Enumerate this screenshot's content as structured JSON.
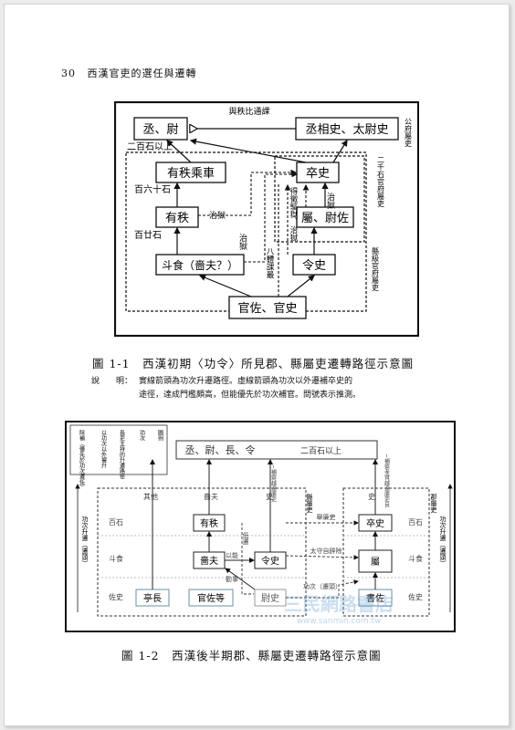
{
  "header": {
    "page_number": "30",
    "book_title": "西漢官吏的選任與遷轉"
  },
  "figure1": {
    "caption": "圖 1-1　西漢初期〈功令〉所見郡、縣屬吏遷轉路徑示意圖",
    "nodes": {
      "chengwei": "丞、尉",
      "chengxiang": "丞相史、太尉史",
      "youzhi_chengche": "有秩乘車",
      "zushi": "卒史",
      "youzhi": "有秩",
      "shuweizuo": "屬、尉佐",
      "doushi": "斗食（嗇夫？）",
      "lingshi": "令史",
      "guanzuo": "官佐、官史"
    },
    "labels": {
      "yubi": "與秩比通課",
      "gongfu": "公府屬吏",
      "ergian": "二百石以上",
      "bai60": "百六十石",
      "erqianshi": "二千石官府屬吏",
      "bai20": "百廿石",
      "zhiyu1": "治獄",
      "zhiyu2": "治獄",
      "zhiyu3": "治獄",
      "yumao": "得徵驅獄、治獄",
      "xianji": "縣級官府屬吏",
      "batiju": "八體課最"
    },
    "legend_title": "說　　明：",
    "legend_1": "實線箭頭為功次升遷路徑。虛線箭頭為功次以外遷補卒史的",
    "legend_2": "途徑，達成門檻頗高，但能優先於功次補官。問號表示推測。"
  },
  "figure2": {
    "caption": "圖 1-2　西漢後半期郡、縣屬吏遷轉路徑示意圖",
    "legend_col1": "除補（優先於功次遷任）",
    "legend_col2": "以功次以外擢升",
    "legend_col3": "長吏主持的升遷路徑",
    "legend_col4": "功次",
    "legend_col5": "圖例",
    "top_box": "丞、尉、長、令",
    "top_box_rank": "二百石以上",
    "note_left": "~補察越遠廉吏",
    "note_right": "~補察孝賢越遠廉吏良",
    "xian_label": "縣屬吏",
    "jun_label": "郡屬吏",
    "col_qita": "其他",
    "col_sefu": "嗇夫",
    "col_shi": "史",
    "col_shi_right": "史",
    "col_shu": "屬",
    "rank_baishi": "百石",
    "rank_doushi": "斗食",
    "rank_zuoshi": "佐史",
    "rank_baishi_r": "百石",
    "rank_doushi_r": "斗食",
    "rank_zuoshi_r": "佐史",
    "axis_left": "功次升遷（遷頭）",
    "axis_right": "功次升遷（遷頭）",
    "nodes": {
      "youzhi": "有秩",
      "sefu": "嗇夫",
      "lingshi": "令史",
      "tingzhang": "亭長",
      "guanzuo": "官佐等",
      "weishi": "尉史",
      "zushi": "卒史",
      "shu": "屬",
      "shuzuo": "書佐"
    },
    "edge_labels": {
      "bujian": "~補察",
      "yiji": "以能",
      "lvshi": "勸事",
      "jilian": "舉廉吏",
      "taishou": "太守自辟除",
      "gongci": "功次（遷頭）",
      "dizhi": "低遷"
    },
    "watermark": "三民網路書店",
    "watermark_url": "www.sanmin.com.tw"
  }
}
